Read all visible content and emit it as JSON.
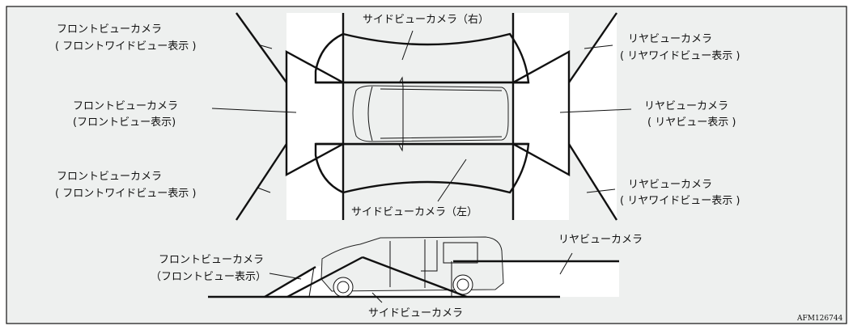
{
  "top_view": {
    "front_wide_upper": {
      "line1": "フロントビューカメラ",
      "line2": "( フロントワイドビュー表示 )"
    },
    "front_view": {
      "line1": "フロントビューカメラ",
      "line2": "(フロントビュー表示)"
    },
    "front_wide_lower": {
      "line1": "フロントビューカメラ",
      "line2": "( フロントワイドビュー表示 )"
    },
    "side_right": "サイドビューカメラ（右）",
    "side_left": "サイドビューカメラ（左）",
    "rear_wide_upper": {
      "line1": "リヤビューカメラ",
      "line2": "( リヤワイドビュー表示 )"
    },
    "rear_view": {
      "line1": "リヤビューカメラ",
      "line2": "( リヤビュー表示 )"
    },
    "rear_wide_lower": {
      "line1": "リヤビューカメラ",
      "line2": "( リヤワイドビュー表示 )"
    }
  },
  "side_view": {
    "front_view": {
      "line1": "フロントビューカメラ",
      "line2": "（フロントビュー表示）"
    },
    "rear_view": "リヤビューカメラ",
    "side_view": "サイドビューカメラ"
  },
  "figure_code": "AFM126744",
  "colors": {
    "background": "#eef0ef",
    "zone": "#ffffff",
    "line": "#111111"
  }
}
